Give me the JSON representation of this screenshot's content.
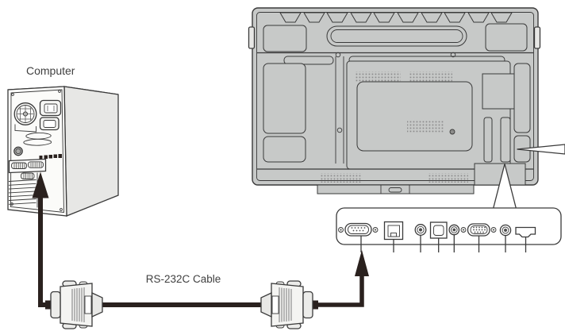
{
  "page": {
    "background": "#ffffff"
  },
  "labels": {
    "computer": "Computer",
    "rs232c_cable": "RS-232C Cable"
  },
  "colors": {
    "ink": "#3a3a3a",
    "body-gray": "#c7c9c8",
    "light-face": "#fbfbf9",
    "side-face": "#e7e7e5",
    "panel-white": "#ffffff",
    "cable-black": "#2a211e",
    "vent-dot": "#8b8b8b",
    "text": "#3f3f3f"
  },
  "diagram": {
    "devices": [
      "computer-tower-rear",
      "display-rear-panel"
    ],
    "cable": "rs232c-cable-with-9pin-dsub-connectors",
    "connector_panel_port_icons": [
      "rs232c-9pin-dsub-icon",
      "lan-rj45-icon",
      "mini-jack-icon",
      "optical-audio-icon",
      "mini-jack-icon",
      "vga-15pin-dsub-icon",
      "mini-jack-icon",
      "hdmi-icon"
    ],
    "arrows": [
      "arrow-into-computer-serial-port",
      "arrow-into-display-rs232c-port"
    ]
  }
}
